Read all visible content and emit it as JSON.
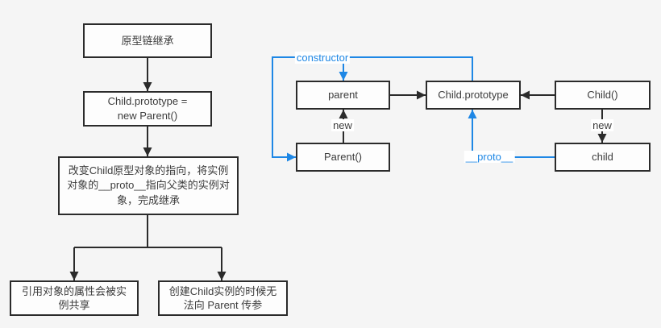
{
  "palette": {
    "background": "#f5f5f5",
    "node_fill": "#fdfdfd",
    "node_border": "#2b2b2b",
    "text": "#3c3c3c",
    "accent_blue": "#1e87e5"
  },
  "flowchart": {
    "title": "原型链继承",
    "step": "Child.prototype =\nnew Parent()",
    "description": "改变Child原型对象的指向，将实例对象的__proto__指向父类的实例对象，完成继承",
    "drawback_left": "引用对象的属性会被实例共享",
    "drawback_right": "创建Child实例的时候无法向 Parent 传参"
  },
  "prototype_diagram": {
    "parent_instance": "parent",
    "parent_constructor": "Parent()",
    "child_prototype": "Child.prototype",
    "child_constructor": "Child()",
    "child_instance": "child",
    "label_constructor": "constructor",
    "label_new_parent": "new",
    "label_new_child": "new",
    "label_proto": "__proto__"
  }
}
